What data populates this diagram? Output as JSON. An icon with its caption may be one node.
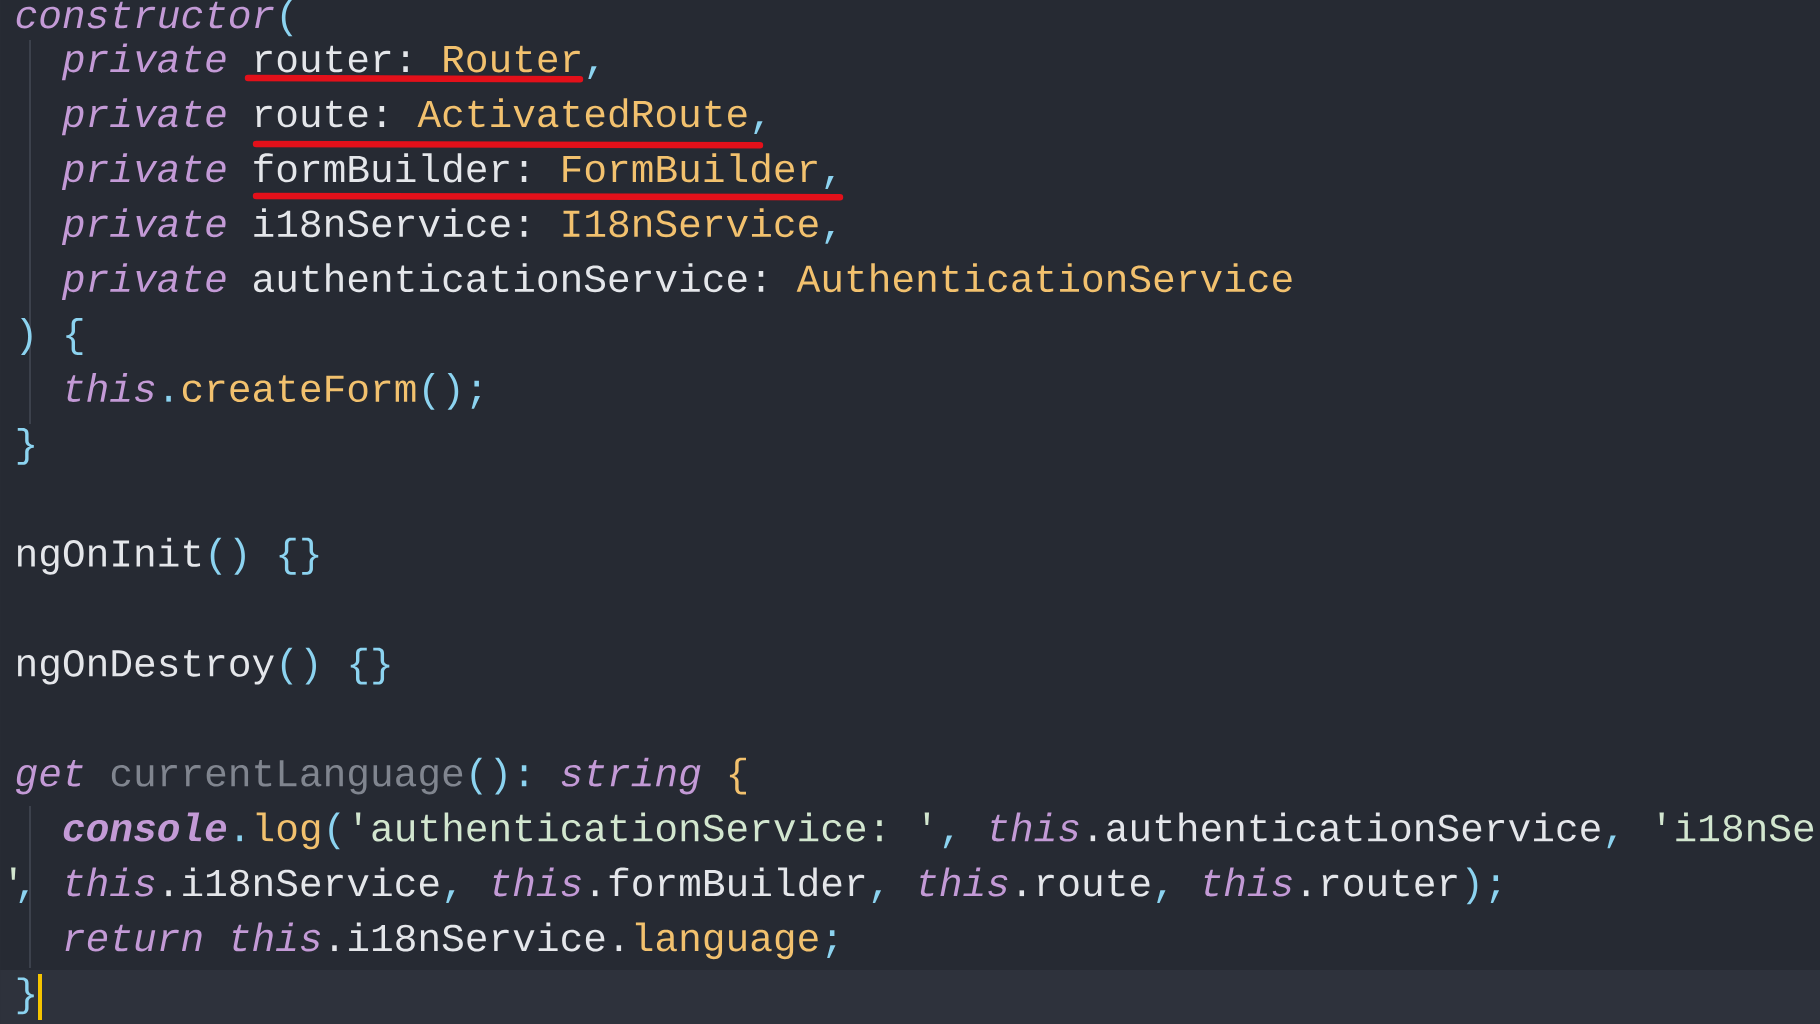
{
  "diagram": {
    "labels": [
      "constructor",
      "(",
      "private",
      "router:",
      "Router",
      ",",
      "private",
      "route:",
      "ActivatedRoute",
      ",",
      "private",
      "formBuilder:",
      "FormBuilder",
      ",",
      "private",
      "i18nService:",
      "I18nService",
      ",",
      "private",
      "authenticationService:",
      "AuthenticationService",
      ")",
      "{",
      "this",
      ".",
      "createForm",
      "();",
      "}",
      "ngOnInit",
      "()",
      "{}",
      "ngOnDestroy",
      "()",
      "{}",
      "get",
      "currentLanguage",
      "():",
      "string",
      "{",
      "console",
      ".",
      "log",
      "(",
      "'authenticationService: '",
      ",",
      "this",
      ".authenticationService",
      ",",
      "'i18nSe",
      "'",
      ",",
      "this",
      ".i18nService",
      ",",
      "this",
      ".formBuilder",
      ",",
      "this",
      ".route",
      ",",
      "this",
      ".router",
      ");",
      "return",
      "this",
      ".i18nService.",
      "language",
      ";",
      "}"
    ]
  }
}
